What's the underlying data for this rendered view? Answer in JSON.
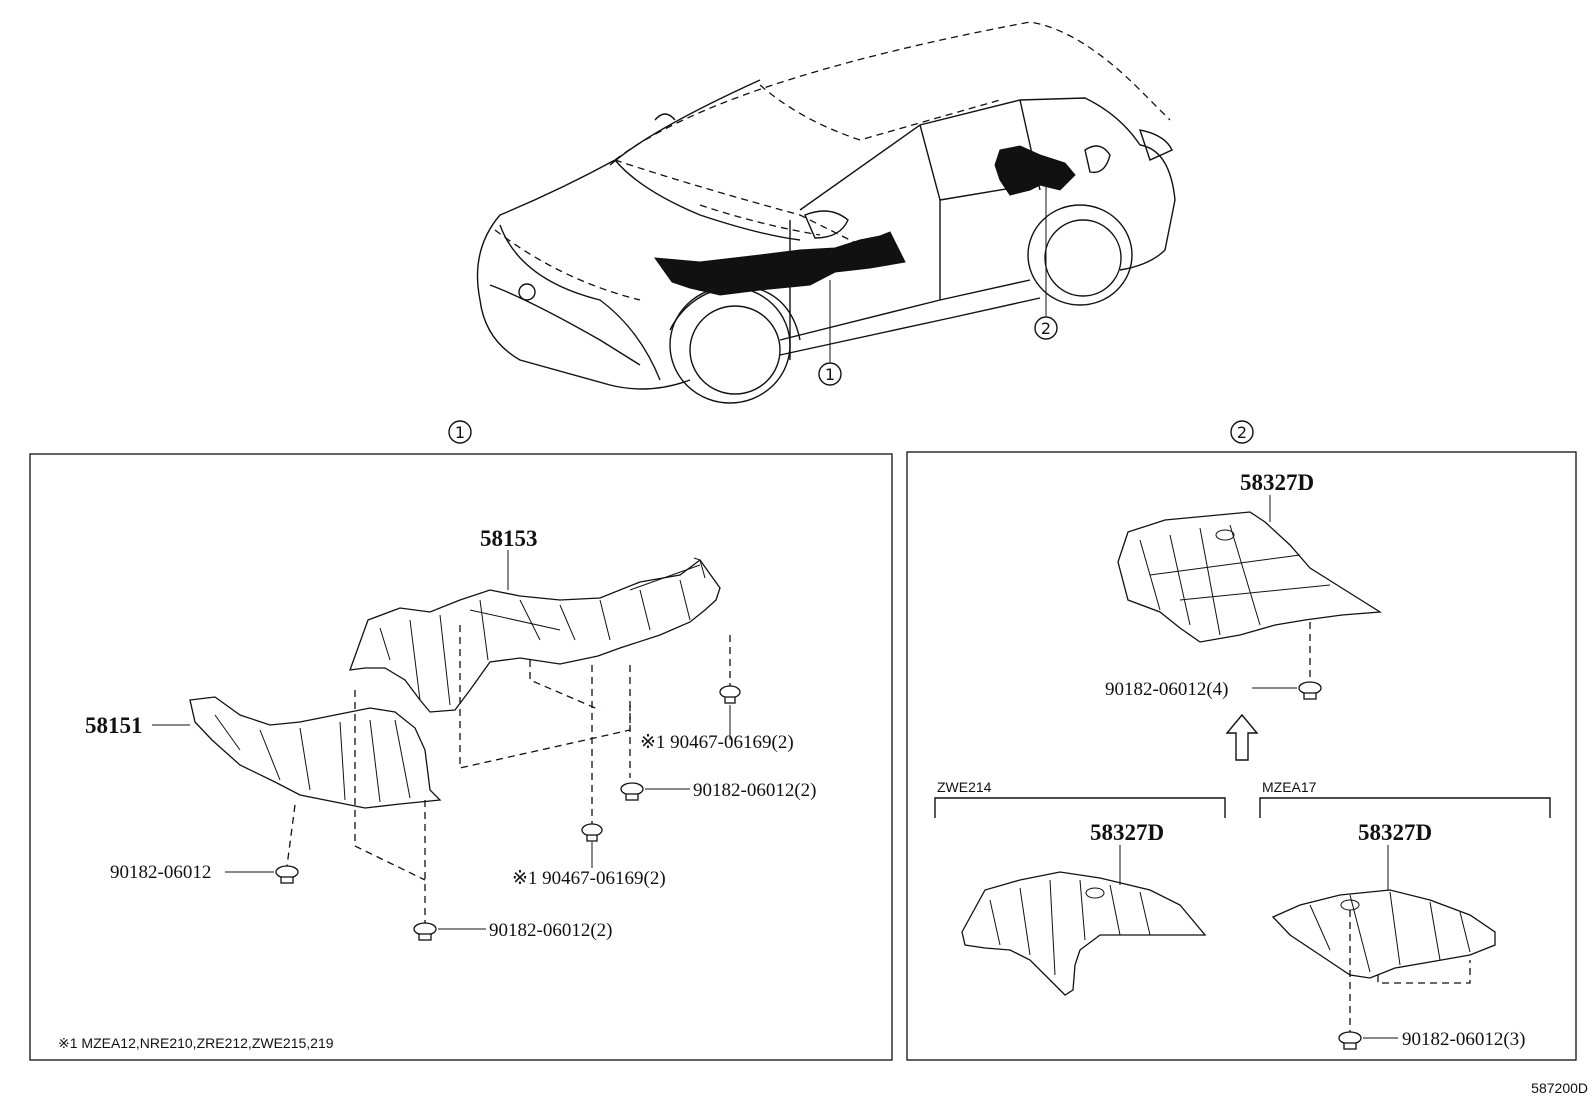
{
  "callouts": {
    "one": "1",
    "two": "2"
  },
  "section1": {
    "p58153": "58153",
    "p58151": "58151",
    "clipA": "※1 90467-06169(2)",
    "nutA": "90182-06012(2)",
    "clipB": "※1 90467-06169(2)",
    "nutB": "90182-06012",
    "nutC": "90182-06012(2)",
    "footnote": "※1 MZEA12,NRE210,ZRE212,ZWE215,219"
  },
  "section2": {
    "topPart": "58327D",
    "topNut": "90182-06012(4)",
    "leftVariant": "ZWE214",
    "leftPart": "58327D",
    "rightVariant": "MZEA17",
    "rightPart": "58327D",
    "rightNut": "90182-06012(3)"
  },
  "diagramCode": "587200D"
}
